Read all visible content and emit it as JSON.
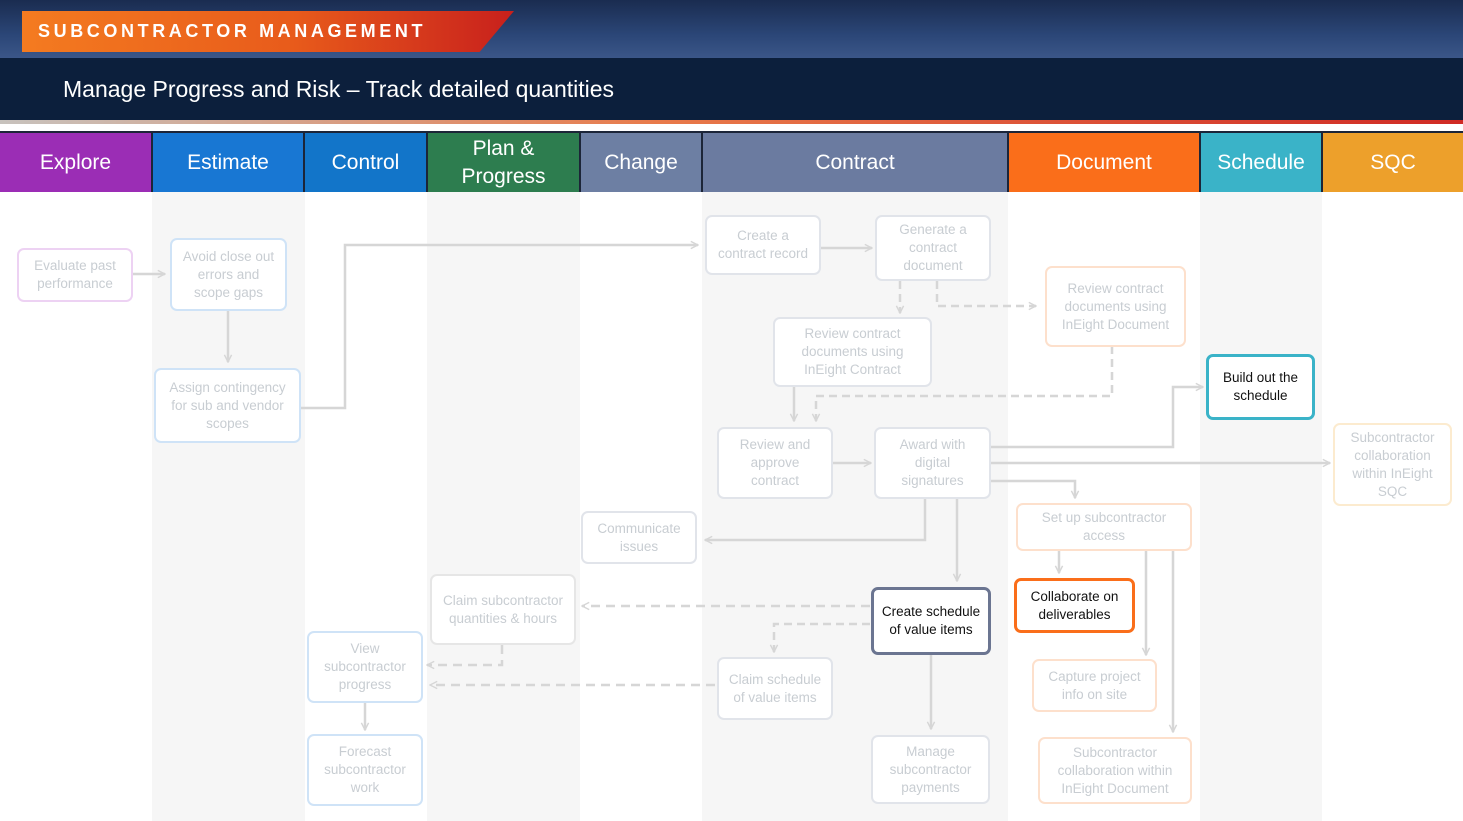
{
  "header": {
    "brand": "SUBCONTRACTOR MANAGEMENT",
    "subtitle": "Manage Progress and Risk – Track detailed quantities"
  },
  "columns": [
    {
      "label": "Explore",
      "color": "#9b2db5"
    },
    {
      "label": "Estimate",
      "color": "#1877d3"
    },
    {
      "label": "Control",
      "color": "#1275c9"
    },
    {
      "label": "Plan &\nProgress",
      "color": "#2d7d4f"
    },
    {
      "label": "Change",
      "color": "#6d7fa3"
    },
    {
      "label": "Contract",
      "color": "#6b7ba0"
    },
    {
      "label": "Document",
      "color": "#fa6e1a"
    },
    {
      "label": "Schedule",
      "color": "#3ab3c8"
    },
    {
      "label": "SQC",
      "color": "#eda02b"
    }
  ],
  "steps": {
    "evaluate_past": "Evaluate past performance",
    "avoid_close": "Avoid close out errors and scope gaps",
    "assign_contingency": "Assign contingency for sub and vendor scopes",
    "create_contract": "Create a contract record",
    "generate_contract": "Generate a contract document",
    "review_contract_doc": "Review contract documents using InEight Document",
    "review_contract_contract": "Review contract documents using InEight Contract",
    "build_schedule": "Build out the schedule",
    "review_approve": "Review and approve contract",
    "award_digital": "Award with digital signatures",
    "sub_collab_sqc": "Subcontractor collaboration within InEight SQC",
    "setup_access": "Set up subcontractor access",
    "communicate": "Communicate issues",
    "claim_quantities": "Claim subcontractor quantities & hours",
    "create_sov": "Create schedule of value items",
    "collaborate": "Collaborate on deliverables",
    "view_progress": "View subcontractor progress",
    "claim_sov": "Claim schedule of value items",
    "capture_info": "Capture project info on site",
    "manage_payments": "Manage subcontractor payments",
    "sub_collab_doc": "Subcontractor collaboration within InEight Document",
    "forecast": "Forecast subcontractor work"
  }
}
